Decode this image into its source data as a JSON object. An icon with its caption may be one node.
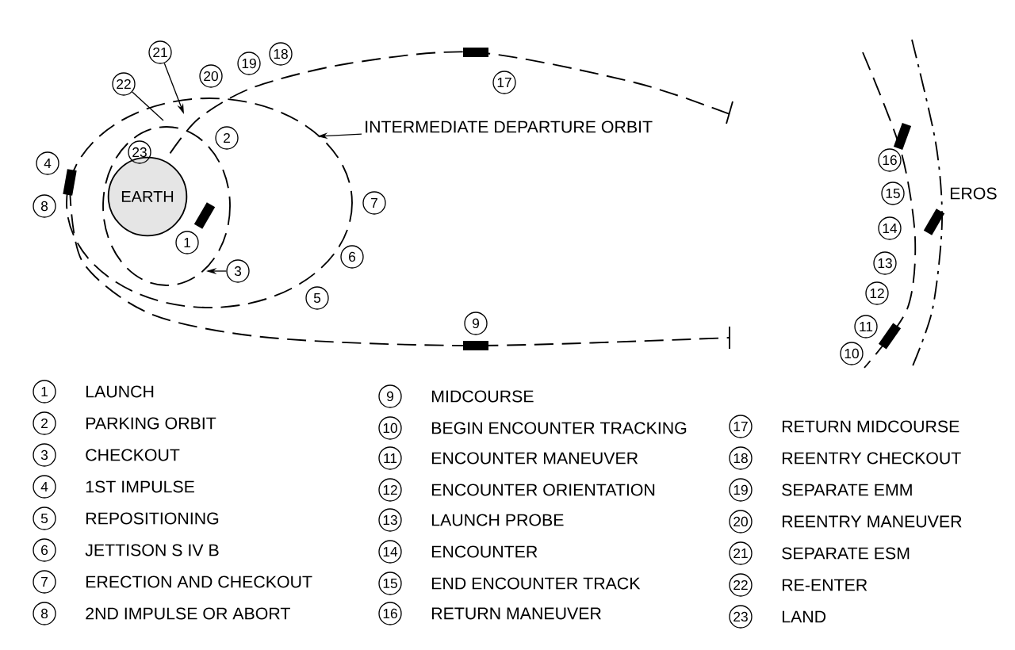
{
  "diagram": {
    "nodes": [
      {
        "text": [
          "EARTH"
        ]
      },
      {
        "text": [
          "INTERMEDIATE DEPARTURE ORBIT"
        ]
      },
      {
        "text": [
          "1"
        ]
      },
      {
        "text": [
          "2"
        ]
      },
      {
        "text": [
          "3"
        ]
      },
      {
        "text": [
          "4"
        ]
      },
      {
        "text": [
          "5"
        ]
      },
      {
        "text": [
          "6"
        ]
      },
      {
        "text": [
          "7"
        ]
      },
      {
        "text": [
          "8"
        ]
      },
      {
        "text": [
          "9"
        ]
      },
      {
        "text": [
          "10"
        ]
      },
      {
        "text": [
          "11"
        ]
      },
      {
        "text": [
          "12"
        ]
      },
      {
        "text": [
          "13"
        ]
      },
      {
        "text": [
          "14"
        ]
      },
      {
        "text": [
          "15"
        ]
      },
      {
        "text": [
          "16"
        ]
      },
      {
        "text": [
          "17"
        ]
      },
      {
        "text": [
          "18"
        ]
      },
      {
        "text": [
          "19"
        ]
      },
      {
        "text": [
          "20"
        ]
      },
      {
        "text": [
          "21"
        ]
      },
      {
        "text": [
          "22"
        ]
      },
      {
        "text": [
          "23"
        ]
      },
      {
        "text": [
          "1"
        ],
        "beside": [
          "LAUNCH"
        ]
      },
      {
        "text": [
          "2"
        ],
        "beside": [
          "PARKING ORBIT"
        ]
      },
      {
        "text": [
          "3"
        ],
        "beside": [
          "CHECKOUT"
        ]
      },
      {
        "text": [
          "4"
        ],
        "beside": [
          "1ST IMPULSE"
        ]
      },
      {
        "text": [
          "5"
        ],
        "beside": [
          "REPOSITIONING"
        ]
      },
      {
        "text": [
          "6"
        ],
        "beside": [
          "JETTISON S IV B"
        ]
      },
      {
        "text": [
          "7"
        ],
        "beside": [
          "ERECTION AND CHECKOUT"
        ]
      },
      {
        "text": [
          "8"
        ],
        "beside": [
          "2ND IMPULSE OR ABORT"
        ]
      },
      {
        "text": [
          "9"
        ],
        "beside": [
          "MIDCOURSE"
        ]
      },
      {
        "text": [
          "10"
        ],
        "beside": [
          "BEGIN ENCOUNTER TRACKING"
        ]
      },
      {
        "text": [
          "11"
        ],
        "beside": [
          "ENCOUNTER MANEUVER"
        ]
      },
      {
        "text": [
          "12"
        ],
        "beside": [
          "ENCOUNTER ORIENTATION"
        ]
      },
      {
        "text": [
          "13"
        ],
        "beside": [
          "LAUNCH PROBE"
        ]
      },
      {
        "text": [
          "14"
        ],
        "beside": [
          "ENCOUNTER"
        ]
      },
      {
        "text": [
          "15"
        ],
        "beside": [
          "END ENCOUNTER TRACK"
        ]
      },
      {
        "text": [
          "16"
        ],
        "beside": [
          "RETURN MANEUVER"
        ]
      },
      {
        "text": [
          "17"
        ],
        "beside": [
          "RETURN MIDCOURSE"
        ]
      },
      {
        "text": [
          "18"
        ],
        "beside": [
          "REENTRY CHECKOUT"
        ]
      },
      {
        "text": [
          "19"
        ],
        "beside": [
          "SEPARATE EMM"
        ]
      },
      {
        "text": [
          "20"
        ],
        "beside": [
          "REENTRY MANEUVER"
        ]
      },
      {
        "text": [
          "21"
        ],
        "beside": [
          "SEPARATE ESM"
        ]
      },
      {
        "text": [
          "22"
        ],
        "beside": [
          "RE-ENTER"
        ]
      },
      {
        "text": [
          "23"
        ],
        "beside": [
          "LAND"
        ]
      }
    ],
    "edges": [
      {
        "from": 1,
        "to": null,
        "arrow": "to"
      },
      {
        "from": 4,
        "to": null,
        "arrow": "to"
      },
      {
        "from": 22,
        "to": null,
        "arrow": "to"
      },
      {
        "from": 23,
        "to": null,
        "arrow": "none"
      }
    ],
    "labels": [
      "EROS"
    ]
  }
}
